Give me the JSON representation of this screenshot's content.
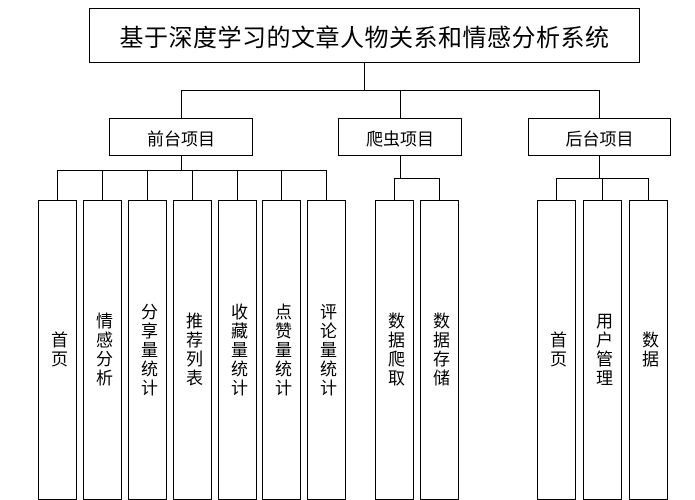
{
  "title": "基于深度学习的文章人物关系和情感分析系统",
  "categories": [
    {
      "label": "前台项目",
      "items": [
        "首页",
        "情感分析",
        "分享量统计",
        "推荐列表",
        "收藏量统计",
        "点赞量统计",
        "评论量统计"
      ]
    },
    {
      "label": "爬虫项目",
      "items": [
        "数据爬取",
        "数据存储"
      ]
    },
    {
      "label": "后台项目",
      "items": [
        "首页",
        "用户管理",
        "数据"
      ]
    }
  ]
}
